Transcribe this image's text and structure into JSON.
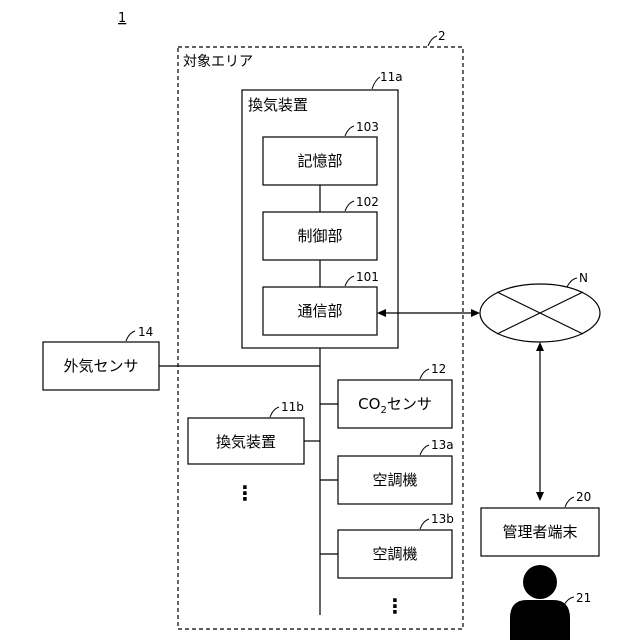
{
  "figure_number": "1",
  "area": {
    "ref": "2",
    "label": "対象エリア"
  },
  "ventilator_a": {
    "ref": "11a",
    "label": "換気装置"
  },
  "storage_unit": {
    "ref": "103",
    "label": "記憶部"
  },
  "control_unit": {
    "ref": "102",
    "label": "制御部"
  },
  "comm_unit": {
    "ref": "101",
    "label": "通信部"
  },
  "outdoor_sensor": {
    "ref": "14",
    "label": "外気センサ"
  },
  "co2_sensor": {
    "ref": "12",
    "label_prefix": "CO",
    "label_sub": "2",
    "label_suffix": "センサ"
  },
  "ventilator_b": {
    "ref": "11b",
    "label": "換気装置"
  },
  "aircon_a": {
    "ref": "13a",
    "label": "空調機"
  },
  "aircon_b": {
    "ref": "13b",
    "label": "空調機"
  },
  "network": {
    "ref": "N"
  },
  "admin_terminal": {
    "ref": "20",
    "label": "管理者端末"
  },
  "admin_user": {
    "ref": "21"
  },
  "ellipsis": "⋮"
}
